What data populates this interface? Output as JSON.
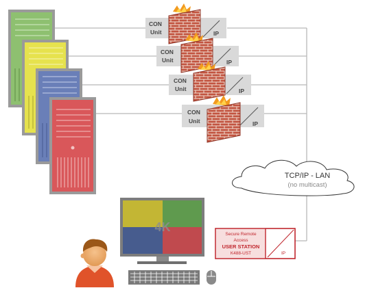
{
  "con_units": [
    {
      "line1": "CON",
      "line2": "Unit",
      "ip": "IP"
    },
    {
      "line1": "CON",
      "line2": "Unit",
      "ip": "IP"
    },
    {
      "line1": "CON",
      "line2": "Unit",
      "ip": "IP"
    },
    {
      "line1": "CON",
      "line2": "Unit",
      "ip": "IP"
    }
  ],
  "network": {
    "title": "TCP/IP - LAN",
    "subtitle": "(no multicast)"
  },
  "user_station": {
    "line1": "Secure Remote",
    "line2": "Access",
    "line3": "USER STATION",
    "line4": "K488-UST",
    "ip": "IP"
  },
  "monitor": {
    "label": "4K"
  },
  "colors": {
    "server_green": "#8ec070",
    "server_yellow": "#e6e24e",
    "server_blue": "#6a7fb8",
    "server_red": "#d9575a",
    "firewall_brick": "#b84a3a",
    "user_station_border": "#c0262d",
    "line_gray": "#b8b8b8"
  },
  "icons": [
    "server-tower-icon",
    "firewall-icon",
    "cloud-icon",
    "monitor-icon",
    "keyboard-icon",
    "mouse-icon",
    "user-avatar-icon"
  ]
}
